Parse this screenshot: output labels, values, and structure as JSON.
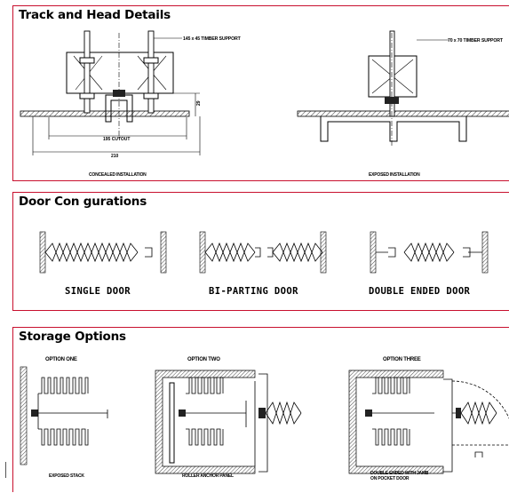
{
  "sections": {
    "track": {
      "title": "Track and Head Details",
      "label_concealed_support": "145 x 45 TIMBER SUPPORT",
      "label_exposed_support": "70 x 70 TIMBER SUPPORT",
      "dim_cutout": "195 CUTOUT",
      "dim_width": "210",
      "dim_height": "29",
      "caption_concealed": "CONCEALED INSTALLATION",
      "caption_exposed": "EXPOSED INSTALLATION"
    },
    "configs": {
      "title": "Door Con gurations",
      "single": "SINGLE DOOR",
      "biparting": "BI-PARTING DOOR",
      "double_ended": "DOUBLE ENDED DOOR"
    },
    "storage": {
      "title": "Storage Options",
      "option_one": "OPTION ONE",
      "option_two": "OPTION  TWO",
      "option_three": "OPTION  THREE",
      "caption_one": "EXPOSED STACK",
      "caption_two": "ROLLER ANCHOR PANEL",
      "caption_three_line1": "DOUBLE ENDED WITH JAMB",
      "caption_three_line2": "ON POCKET DOOR"
    }
  },
  "colors": {
    "panel_border": "#c8102e",
    "line": "#000000"
  }
}
